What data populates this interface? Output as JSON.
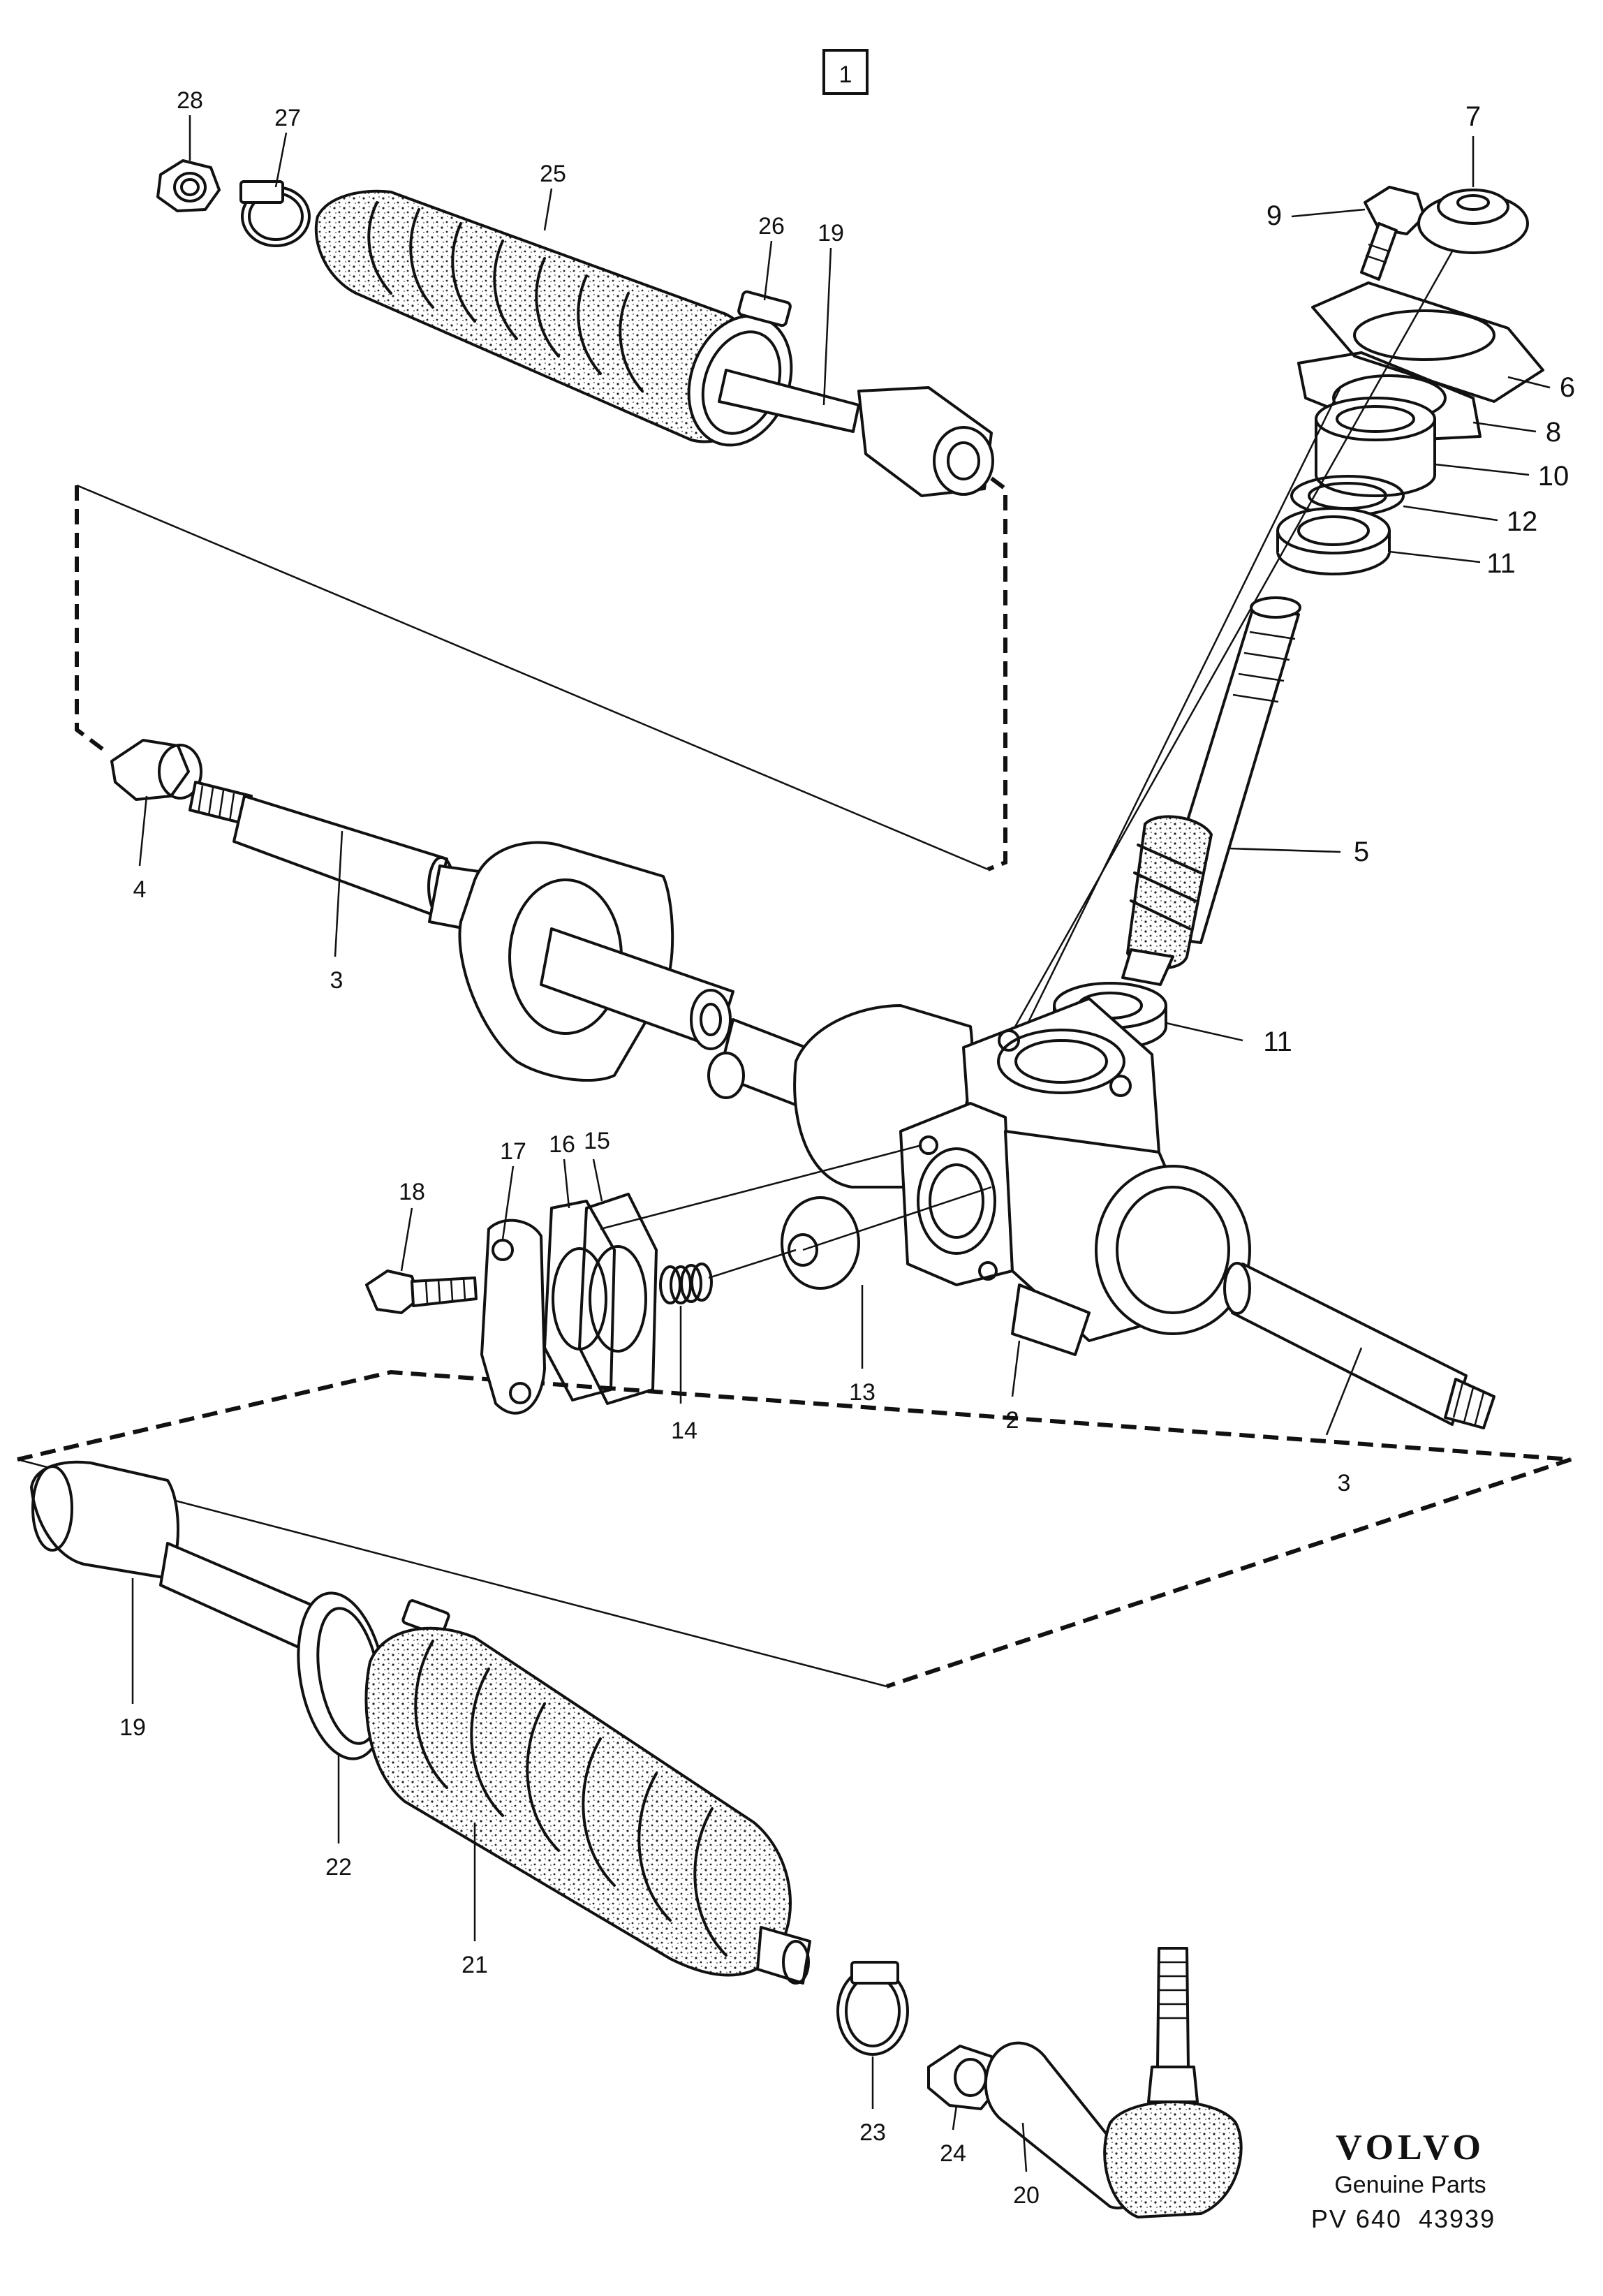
{
  "diagram": {
    "page_number": "1",
    "callouts": [
      {
        "id": "c28",
        "text": "28"
      },
      {
        "id": "c27",
        "text": "27"
      },
      {
        "id": "c25",
        "text": "25"
      },
      {
        "id": "c26",
        "text": "26"
      },
      {
        "id": "c19a",
        "text": "19"
      },
      {
        "id": "c7",
        "text": "7"
      },
      {
        "id": "c9",
        "text": "9"
      },
      {
        "id": "c6",
        "text": "6"
      },
      {
        "id": "c8",
        "text": "8"
      },
      {
        "id": "c10",
        "text": "10"
      },
      {
        "id": "c12",
        "text": "12"
      },
      {
        "id": "c11a",
        "text": "11"
      },
      {
        "id": "c4",
        "text": "4"
      },
      {
        "id": "c3a",
        "text": "3"
      },
      {
        "id": "c5",
        "text": "5"
      },
      {
        "id": "c11b",
        "text": "11"
      },
      {
        "id": "c18",
        "text": "18"
      },
      {
        "id": "c17",
        "text": "17"
      },
      {
        "id": "c16",
        "text": "16"
      },
      {
        "id": "c15",
        "text": "15"
      },
      {
        "id": "c13",
        "text": "13"
      },
      {
        "id": "c14",
        "text": "14"
      },
      {
        "id": "c2",
        "text": "2"
      },
      {
        "id": "c3b",
        "text": "3"
      },
      {
        "id": "c19b",
        "text": "19"
      },
      {
        "id": "c22",
        "text": "22"
      },
      {
        "id": "c21",
        "text": "21"
      },
      {
        "id": "c23",
        "text": "23"
      },
      {
        "id": "c24",
        "text": "24"
      },
      {
        "id": "c20",
        "text": "20"
      }
    ]
  },
  "brand": {
    "logo": "VOLVO",
    "subtitle": "Genuine Parts",
    "drawing_code": "PV 640  43939"
  }
}
